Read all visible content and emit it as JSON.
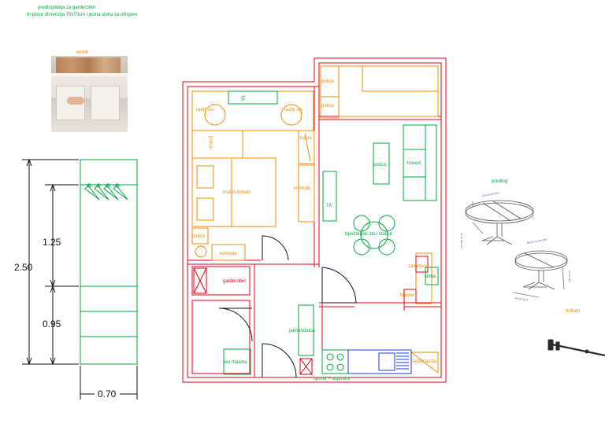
{
  "header": {
    "line1": "predlog/ideja za garderober",
    "line2": "tri pioce dimenzija 70x70cm i jedna sipka za ofingere"
  },
  "photo_label": "skubb",
  "wardrobe": {
    "dimensions": [
      "2.50",
      "1.25",
      "0.95",
      "0.70"
    ]
  },
  "room_labels": {
    "ta_top": "TA",
    "radni_sto_left": "radni sto",
    "radni_sto_right": "radni sto",
    "nocni": "nocni",
    "polica_wall": "polica",
    "bracni_krevet": "bracni krevet",
    "komoda_right": "komoda",
    "stolcic_bed": "stolcic",
    "komoda_bottom": "komoda",
    "garderober": "garderober",
    "ves_masina": "ves masina",
    "jakne_obuca": "jakne/obuca",
    "sporet": "sporet + aspirator",
    "sudomasina": "sudomasina",
    "polica_1": "polica",
    "polica_2": "polica",
    "stolcic_living": "stolcic",
    "trosed": "trosed",
    "ta_living": "TA",
    "table": "trpezarijski sto i stolice",
    "zamrzivac": "zamrzivac",
    "klima": "klima",
    "frizider": "frizider"
  },
  "proposal": {
    "label": "predlog:",
    "dim_labels": [
      "120 cm (30 3/4\")",
      "75 cm (29 1/2\")",
      "90/120 cm (35 3/8\")",
      "74 cm (29\")",
      "104 cm (41\")"
    ],
    "brand_label": "hultarp"
  },
  "colors": {
    "red": "#e3001b",
    "orange": "#f08c00",
    "green": "#00a83f",
    "blue": "#1f3bd6",
    "black": "#111111"
  }
}
